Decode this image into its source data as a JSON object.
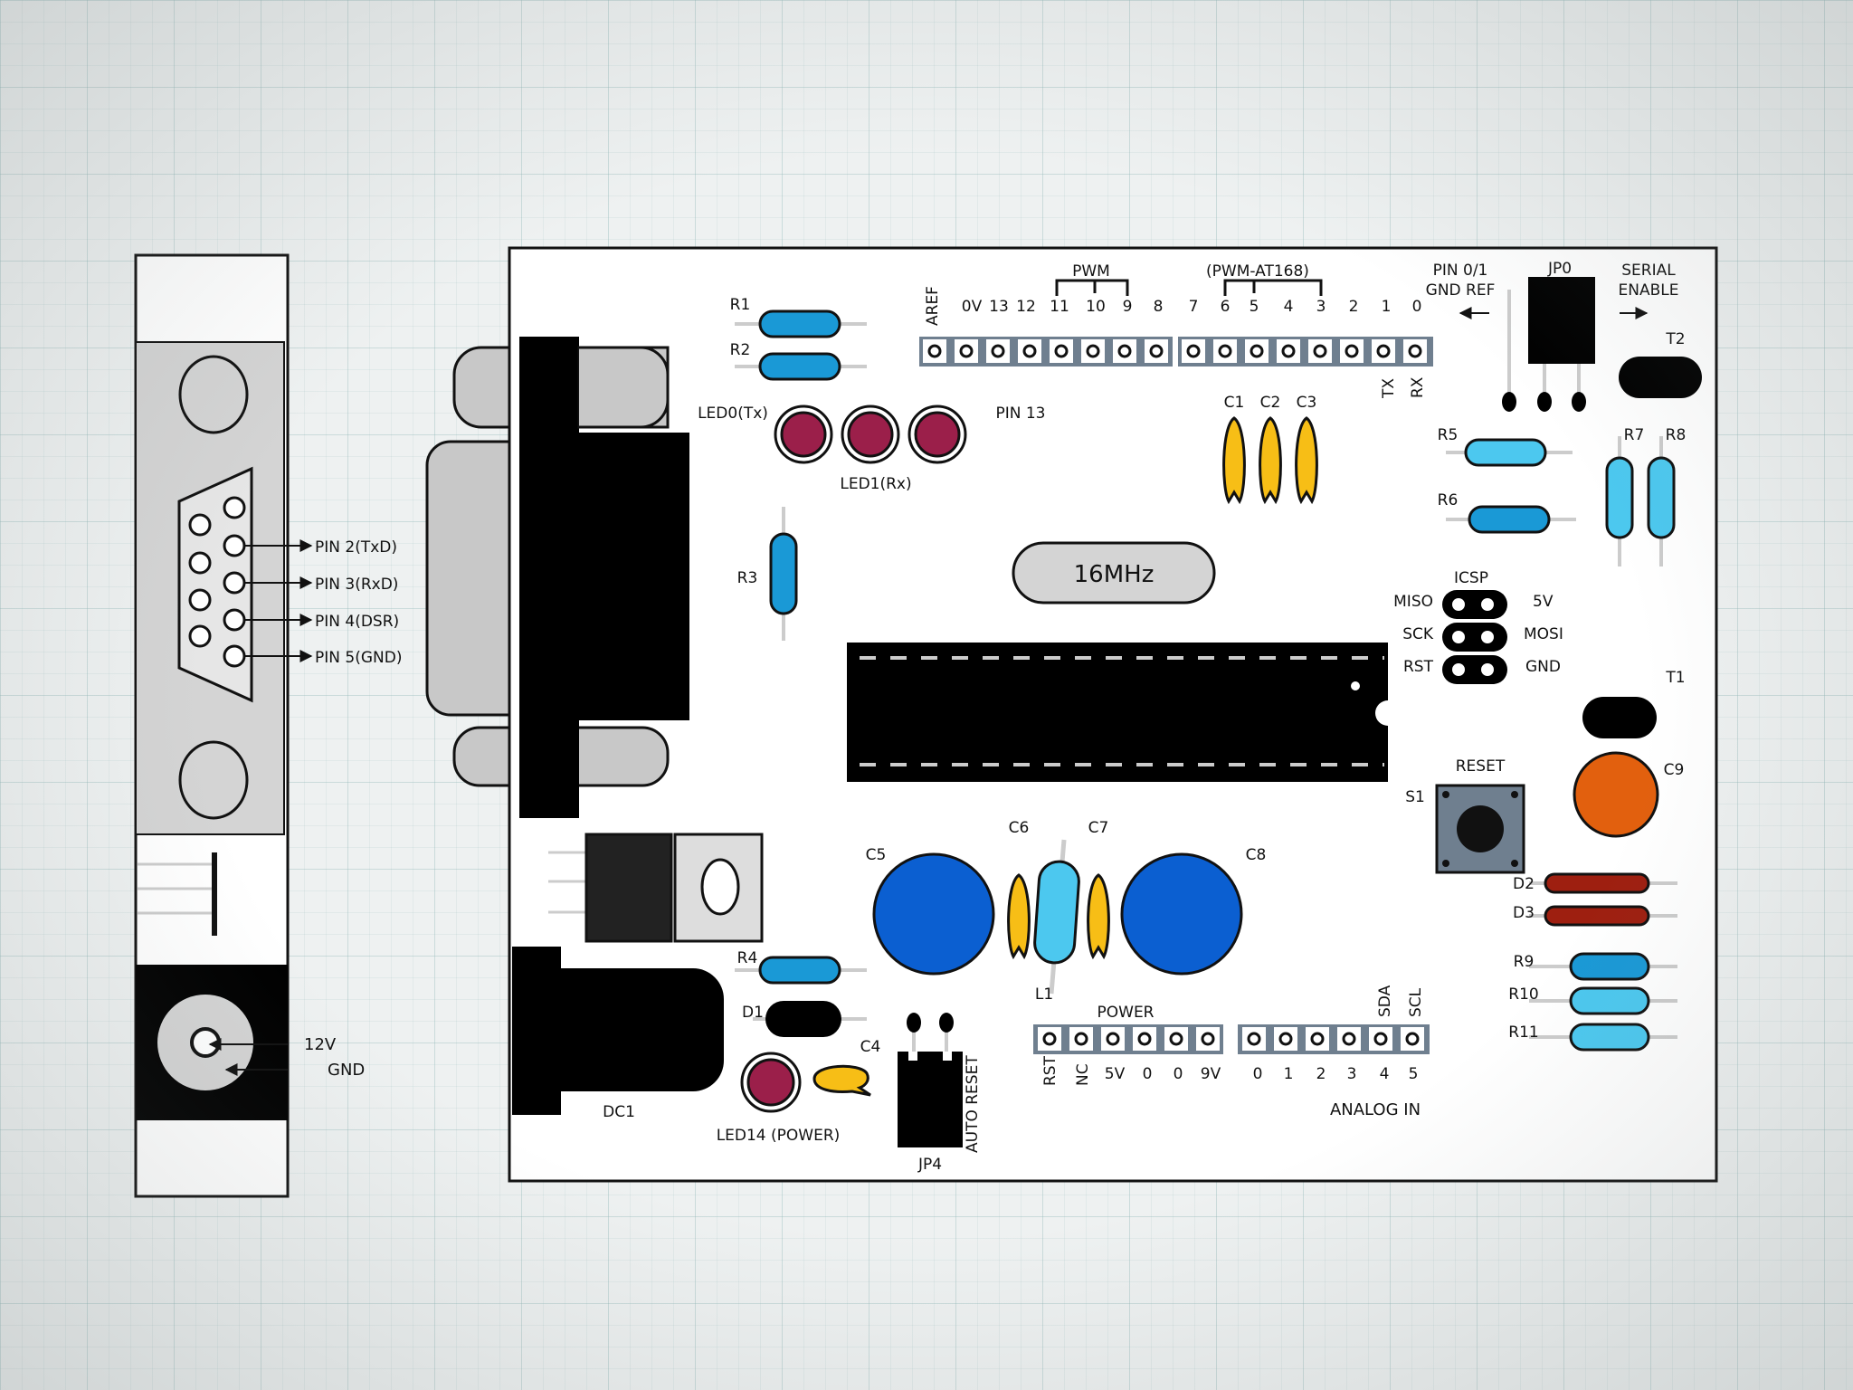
{
  "colors": {
    "resistor_blue": "#1a99d6",
    "resistor_light": "#4cc8ef",
    "led": "#9b1f4a",
    "cap_yellow": "#f7be16",
    "cap_blue": "#0b5fd1",
    "cap_orange": "#e2600e",
    "diode_red": "#9e1f10",
    "board_outline": "#111111"
  },
  "serial_side": {
    "pins": [
      "PIN 2(TxD)",
      "PIN 3(RxD)",
      "PIN 4(DSR)",
      "PIN 5(GND)"
    ],
    "power": {
      "v12": "12V",
      "gnd": "GND"
    }
  },
  "board": {
    "header_top": {
      "pwm_label": "PWM",
      "pwm_at168_label": "(PWM-AT168)",
      "aref": "AREF",
      "left_pins": [
        "0V",
        "13",
        "12",
        "11",
        "10",
        "9",
        "8"
      ],
      "right_pins": [
        "7",
        "6",
        "5",
        "4",
        "3",
        "2",
        "1",
        "0"
      ],
      "tx": "TX",
      "rx": "RX"
    },
    "pin01_gnd_ref": [
      "PIN 0/1",
      "GND REF"
    ],
    "jp0": "JP0",
    "serial_enable": [
      "SERIAL",
      "ENABLE"
    ],
    "t2": "T2",
    "t1": "T1",
    "resistors": {
      "r1": "R1",
      "r2": "R2",
      "r3": "R3",
      "r4": "R4",
      "r5": "R5",
      "r6": "R6",
      "r7": "R7",
      "r8": "R8",
      "r9": "R9",
      "r10": "R10",
      "r11": "R11"
    },
    "leds": {
      "led0": "LED0(Tx)",
      "led1": "LED1(Rx)",
      "pin13": "PIN 13",
      "led14": "LED14 (POWER)"
    },
    "caps": {
      "c1": "C1",
      "c2": "C2",
      "c3": "C3",
      "c4": "C4",
      "c5": "C5",
      "c6": "C6",
      "c7": "C7",
      "c8": "C8",
      "c9": "C9"
    },
    "crystal": "16MHz",
    "icsp": {
      "title": "ICSP",
      "left": [
        "MISO",
        "SCK",
        "RST"
      ],
      "right": [
        "5V",
        "MOSI",
        "GND"
      ]
    },
    "reset": "RESET",
    "s1": "S1",
    "diodes": {
      "d1": "D1",
      "d2": "D2",
      "d3": "D3"
    },
    "l1": "L1",
    "dc1": "DC1",
    "jp4": "JP4",
    "auto_reset": "AUTO RESET",
    "power_header": {
      "title": "POWER",
      "pins": [
        "RST",
        "NC",
        "5V",
        "0",
        "0",
        "9V"
      ]
    },
    "analog_header": {
      "title": "ANALOG IN",
      "pins": [
        "0",
        "1",
        "2",
        "3",
        "4",
        "5"
      ],
      "sda": "SDA",
      "scl": "SCL"
    }
  }
}
